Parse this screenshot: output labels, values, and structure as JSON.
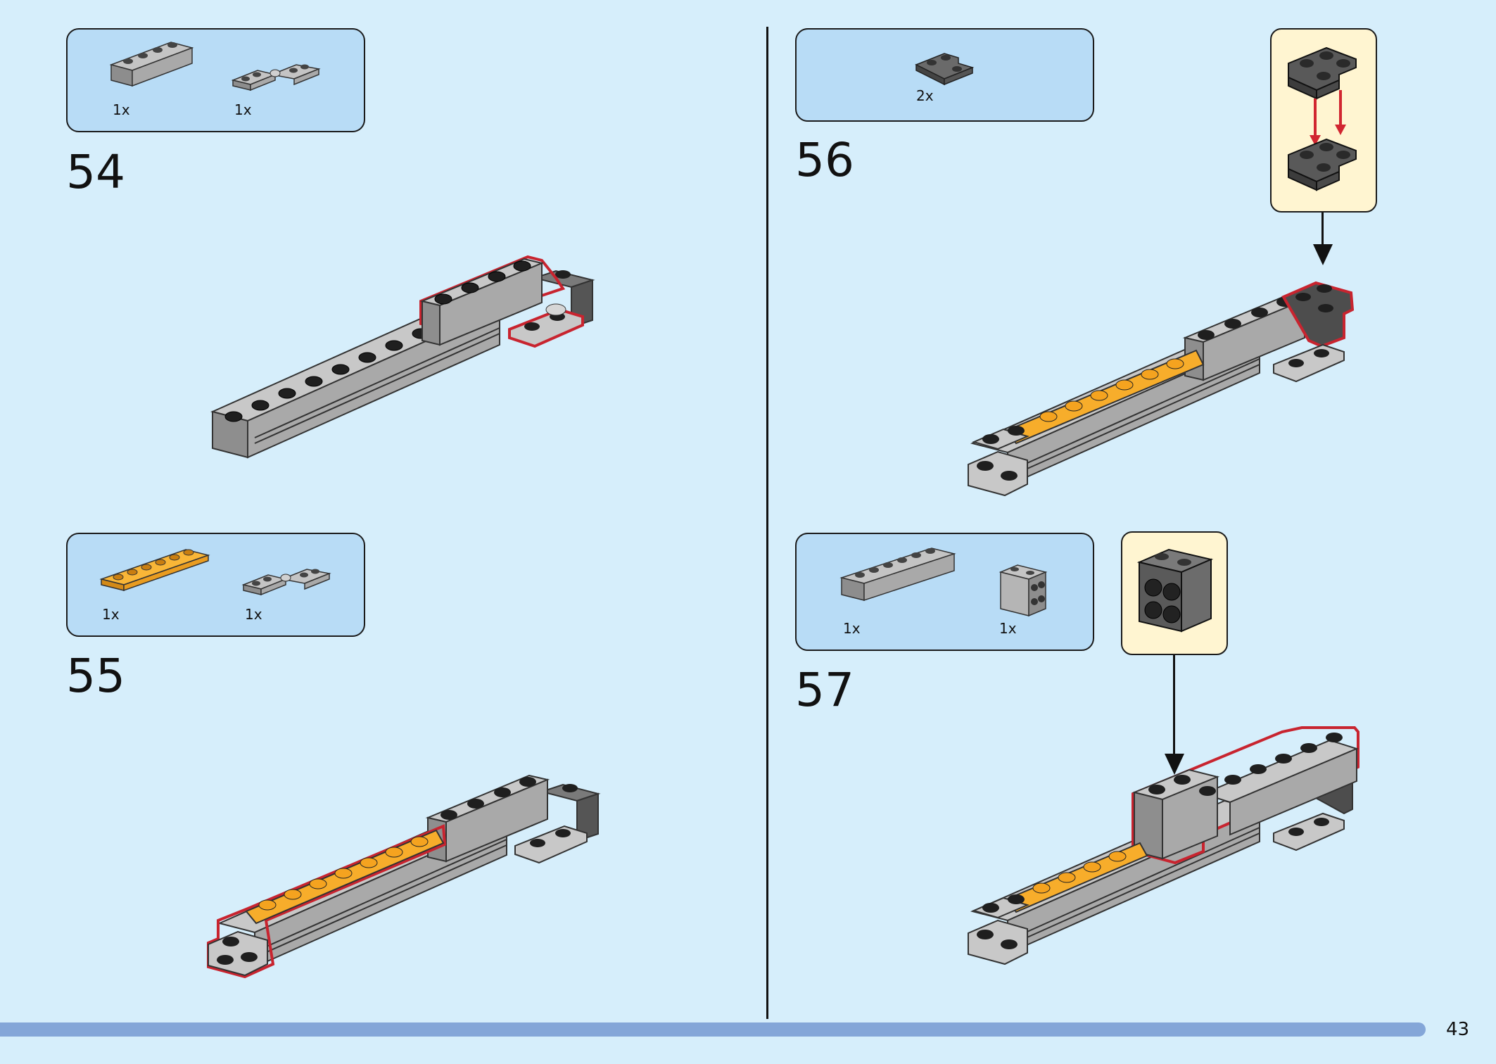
{
  "page": {
    "number": "43"
  },
  "steps": [
    {
      "number": "54",
      "parts": [
        {
          "qty": "1x",
          "icon": "gray-1x4-brick-icon"
        },
        {
          "qty": "1x",
          "icon": "gray-hinge-plate-icon"
        }
      ]
    },
    {
      "number": "55",
      "parts": [
        {
          "qty": "1x",
          "icon": "orange-1x6-plate-icon"
        },
        {
          "qty": "1x",
          "icon": "gray-hinge-plate-icon"
        }
      ]
    },
    {
      "number": "56",
      "parts": [
        {
          "qty": "2x",
          "icon": "dark-gray-corner-plate-icon"
        }
      ]
    },
    {
      "number": "57",
      "parts": [
        {
          "qty": "1x",
          "icon": "gray-1x6-brick-icon"
        },
        {
          "qty": "1x",
          "icon": "gray-2x2-side-stud-brick-icon"
        }
      ]
    }
  ],
  "colors": {
    "background": "#d6eefb",
    "parts_box": "#b8dcf6",
    "callout": "#fff5d1",
    "highlight": "#c8242f",
    "brick_gray": "#a7a7a7",
    "brick_dark": "#5f5f5f",
    "brick_orange": "#f7ad2b",
    "bottom_bar": "#84a6d8"
  }
}
